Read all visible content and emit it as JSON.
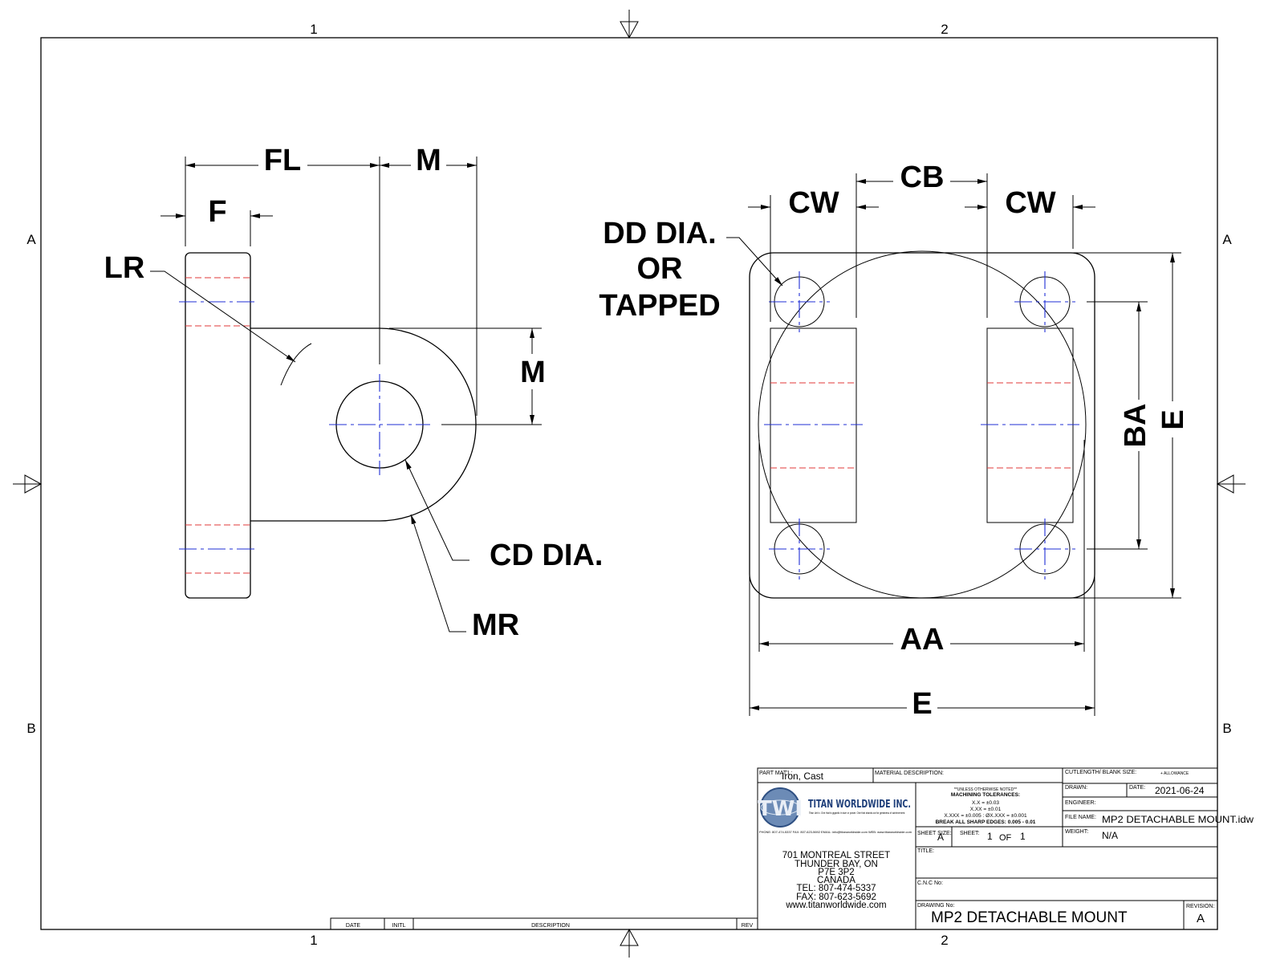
{
  "zones": {
    "col1": "1",
    "col2": "2",
    "rowA": "A",
    "rowB": "B"
  },
  "dimensions": {
    "fl": "FL",
    "m_top": "M",
    "f": "F",
    "lr": "LR",
    "m_side": "M",
    "cd_dia": "CD DIA.",
    "mr": "MR",
    "dd_line1": "DD DIA.",
    "dd_line2": "OR",
    "dd_line3": "TAPPED",
    "cw_left": "CW",
    "cb": "CB",
    "cw_right": "CW",
    "ba": "BA",
    "e_side": "E",
    "aa": "AA",
    "e_bottom": "E"
  },
  "revision_table": {
    "headers": {
      "date": "DATE",
      "initl": "INITL",
      "description": "DESCRIPTION",
      "rev": "REV"
    }
  },
  "title_block": {
    "part_matl_label": "PART MAT'L:",
    "part_matl_value": "Iron, Cast",
    "material_description_label": "MATERIAL DESCRIPTION:",
    "cutlength_label": "CUTLENGTH/ BLANK SIZE:",
    "allowance_label": "+ ALLOWANCE",
    "company_name": "TITAN WORLDWIDE INC.",
    "logo_letters": "TWI",
    "tagline": "Titan Unit x. One that is gigantic in size or power. One that stands out for greatness of achievement.",
    "contact_line": "PHONE: 807-474-5337    FAX: 807-623-5692    EMAIL: info@titanworldwide.com    WEB: www.titanworldwide.com",
    "address": {
      "street": "701 MONTREAL STREET",
      "city": "THUNDER BAY, ON",
      "postal": "P7E 3P2",
      "country": "CANADA",
      "tel": "TEL: 807-474-5337",
      "fax": "FAX: 807-623-5692",
      "web": "www.titanworldwide.com"
    },
    "tolerances": {
      "note": "**UNLESS OTHERWISE NOTED**",
      "heading": "MACHINING TOLERANCES:",
      "xx": "X.X = ±0.03",
      "xxx": "X.XX = ±0.01",
      "xxxx": "X.XXX = ±0.005 : ØX.XXX = ±0.001",
      "edges": "BREAK ALL SHARP EDGES: 0.005 - 0.01"
    },
    "drawn_label": "DRAWN:",
    "date_label": "DATE:",
    "date_value": "2021-06-24",
    "engineer_label": "ENGINEER:",
    "file_name_label": "FILE NAME:",
    "file_name_value": "MP2 DETACHABLE MOUNT.idw",
    "sheet_size_label": "SHEET SIZE:",
    "sheet_size_value": "A",
    "sheet_label": "SHEET:",
    "sheet_value": "1",
    "of_label": "OF",
    "sheet_total": "1",
    "weight_label": "WEIGHT:",
    "weight_value": "N/A",
    "title_label": "TITLE:",
    "title_value": "",
    "cnc_label": "C.N.C No:",
    "drawing_no_label": "DRAWING No:",
    "drawing_no_value": "MP2 DETACHABLE MOUNT",
    "revision_label": "REVISION:",
    "revision_value": "A"
  }
}
